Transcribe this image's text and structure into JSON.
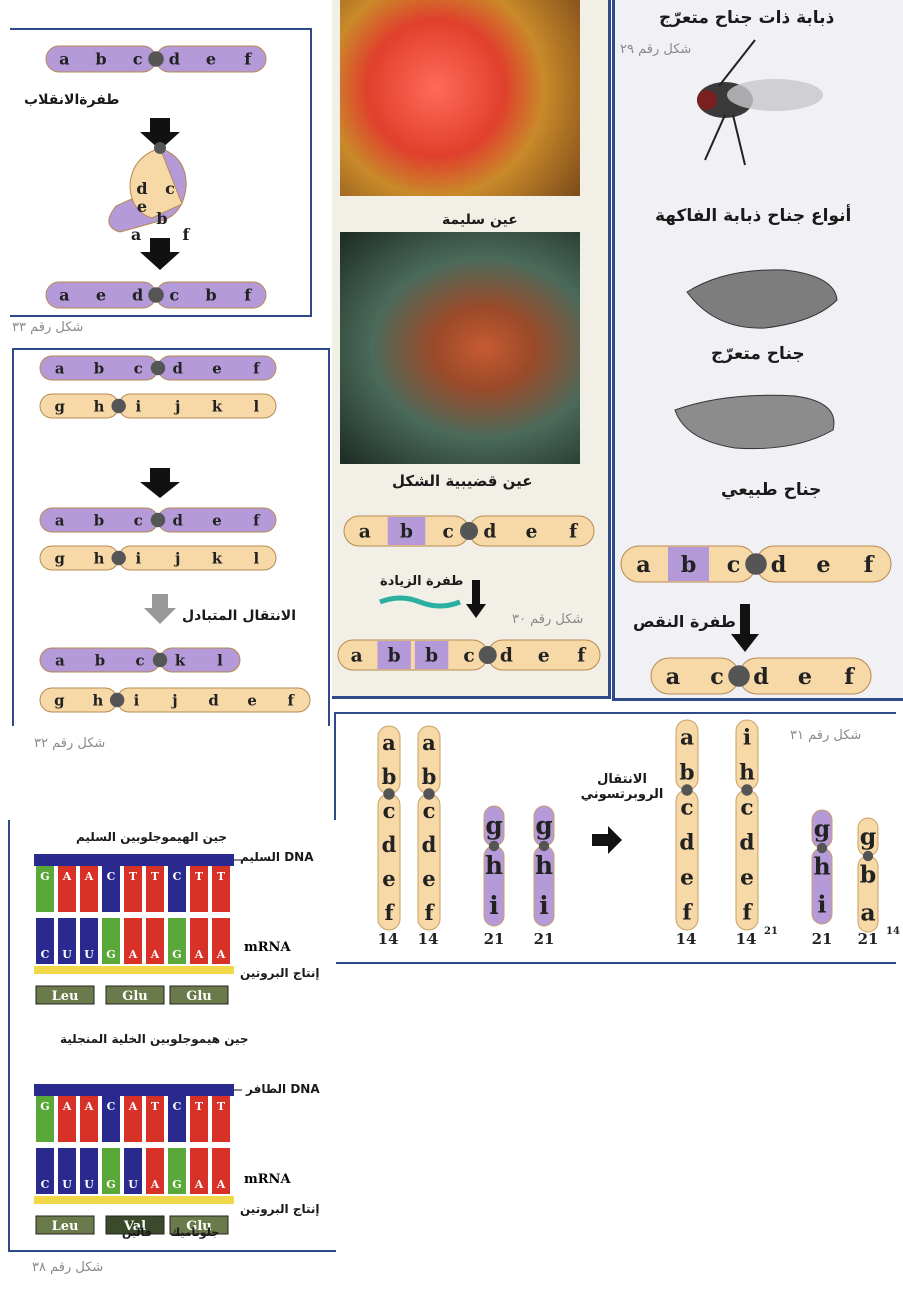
{
  "fig33": {
    "caption": "شكل رقم ٣٣",
    "label": "طفرةالانقلاب",
    "top": [
      "a",
      "b",
      "c",
      "d",
      "e",
      "f"
    ],
    "mid": [
      "d",
      "c",
      "e",
      "b",
      "a",
      "f"
    ],
    "bottom": [
      "a",
      "e",
      "d",
      "c",
      "b",
      "f"
    ]
  },
  "fig30": {
    "caption": "شكل رقم ٣٠",
    "normal_eye": "عين سليمة",
    "bar_eye": "عين قضيبية الشكل",
    "label": "طفرة الزيادة",
    "top": [
      "a",
      "b",
      "c",
      "d",
      "e",
      "f"
    ],
    "bottom": [
      "a",
      "b",
      "b",
      "c",
      "d",
      "e",
      "f"
    ]
  },
  "fig29": {
    "caption": "شكل رقم ٢٩",
    "title": "ذبابة ذات جناح متعرّج",
    "types_title": "أنواع جناح ذبابة الفاكهة",
    "wavy": "جناح متعرّج",
    "normal": "جناح طبيعي",
    "label": "طفرة النقص",
    "top": [
      "a",
      "b",
      "c",
      "d",
      "e",
      "f"
    ],
    "bottom": [
      "a",
      "c",
      "d",
      "e",
      "f"
    ]
  },
  "fig32": {
    "caption": "شكل رقم ٣٢",
    "label": "الانتقال المتبادل",
    "row1": [
      "a",
      "b",
      "c",
      "d",
      "e",
      "f"
    ],
    "row2": [
      "g",
      "h",
      "i",
      "j",
      "k",
      "l"
    ],
    "cross1": [
      "a",
      "b",
      "c",
      "d",
      "e",
      "f"
    ],
    "cross2": [
      "g",
      "h",
      "i",
      "j",
      "k",
      "l"
    ],
    "out1": [
      "a",
      "b",
      "c",
      "k",
      "l"
    ],
    "out2": [
      "g",
      "h",
      "i",
      "j",
      "d",
      "e",
      "f"
    ]
  },
  "fig31": {
    "caption": "شكل رقم ٣١",
    "label": "الانتقال الروبرتسوني",
    "nums": [
      "14",
      "14",
      "21",
      "21",
      "14",
      "14",
      "21",
      "21"
    ],
    "sup1": "21",
    "sup2": "14",
    "chr14": [
      "a",
      "b",
      "c",
      "d",
      "e",
      "f"
    ],
    "chr21": [
      "g",
      "h",
      "i"
    ],
    "fused": [
      "i",
      "h",
      "c",
      "d",
      "e",
      "f"
    ],
    "small": [
      "g",
      "b",
      "a"
    ]
  },
  "fig38": {
    "caption": "شكل رقم ٣٨",
    "title1": "جين الهيموجلوبين السليم",
    "title2": "جين هيموجلوبين الخلية المنجلية",
    "dna1": "DNA السليم",
    "dna2": "DNA الطافر",
    "mrna": "mRNA",
    "protein": "إنتاج البروتين",
    "aa1": [
      "Leu",
      "Glu",
      "Glu"
    ],
    "aa2": [
      "Leu",
      "Val",
      "Glu"
    ],
    "val_ar": "فالين",
    "glu_ar": "جلوتاميك",
    "strand1_top": [
      "G",
      "A",
      "A",
      "C",
      "T",
      "T",
      "C",
      "T",
      "T"
    ],
    "strand1_bot": [
      "C",
      "U",
      "U",
      "G",
      "A",
      "A",
      "G",
      "A",
      "A"
    ],
    "strand2_top": [
      "G",
      "A",
      "A",
      "C",
      "A",
      "T",
      "C",
      "T",
      "T"
    ],
    "strand2_bot": [
      "C",
      "U",
      "U",
      "G",
      "U",
      "A",
      "G",
      "A",
      "A"
    ]
  },
  "colors": {
    "purple": "#b49ad8",
    "cream": "#f7d9a8",
    "orange": "#f2b24a",
    "red": "#d83228",
    "green": "#5aa83a",
    "blue": "#2a2a8e"
  }
}
